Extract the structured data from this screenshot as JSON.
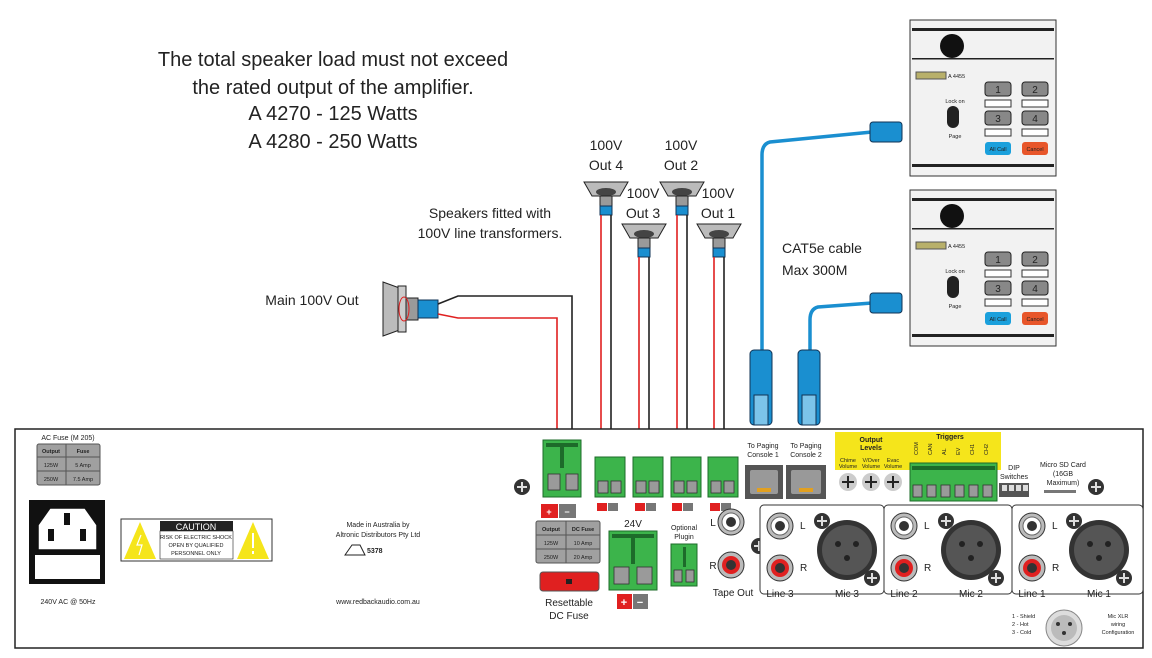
{
  "notice": {
    "lines": [
      "The total speaker load must not exceed",
      "the rated output of the amplifier.",
      "A 4270 - 125 Watts",
      "A 4280 - 250 Watts"
    ]
  },
  "speakers": {
    "note": [
      "Speakers fitted with",
      "100V line transformers."
    ],
    "main_label": "Main 100V Out",
    "out4": [
      "100V",
      "Out 4"
    ],
    "out3": [
      "100V",
      "Out 3"
    ],
    "out2": [
      "100V",
      "Out 2"
    ],
    "out1": [
      "100V",
      "Out 1"
    ]
  },
  "cable": [
    "CAT5e cable",
    "Max 300M"
  ],
  "console": {
    "model": "A 4455",
    "keys": [
      "1",
      "2",
      "3",
      "4"
    ],
    "all_call": "All Call",
    "cancel": "Cancel",
    "lock_on": "Lock on",
    "page": "Page"
  },
  "panel": {
    "ac_fuse": {
      "title": "AC Fuse (M 205)",
      "headers": [
        "Output",
        "Fuse"
      ],
      "rows": [
        [
          "125W",
          "5 Amp"
        ],
        [
          "250W",
          "7.5 Amp"
        ]
      ]
    },
    "mains_label": "240V AC @ 50Hz",
    "caution": {
      "title": "CAUTION",
      "lines": [
        "RISK OF ELECTRIC SHOCK",
        "OPEN BY QUALIFIED",
        "PERSONNEL ONLY"
      ]
    },
    "made_in": [
      "Made in Australia by",
      "Altronic Distributors Pty Ltd"
    ],
    "rcm_number": "5378",
    "website": "www.redbackaudio.com.au",
    "dc_fuse": {
      "headers": [
        "Output",
        "DC Fuse"
      ],
      "rows": [
        [
          "125W",
          "10 Amp"
        ],
        [
          "250W",
          "20 Amp"
        ]
      ]
    },
    "resettable": [
      "Resettable",
      "DC Fuse"
    ],
    "plus": "+",
    "minus": "−",
    "v24": "24V",
    "optional": [
      "Optional",
      "Plugin"
    ],
    "paging1": [
      "To Paging",
      "Console 1"
    ],
    "paging2": [
      "To Paging",
      "Console 2"
    ],
    "output_levels": [
      "Output",
      "Levels"
    ],
    "knobs": [
      [
        "Chime",
        "Volume"
      ],
      [
        "V/Over",
        "Volume"
      ],
      [
        "Evac",
        "Volume"
      ]
    ],
    "triggers_title": "Triggers",
    "triggers": [
      "COM",
      "CAN",
      "AL",
      "EV",
      "CH1",
      "CH2"
    ],
    "dip": [
      "DIP",
      "Switches"
    ],
    "sd": [
      "Micro SD Card",
      "(16GB",
      "Maximum)"
    ],
    "tape_out": "Tape Out",
    "L": "L",
    "R": "R",
    "inputs": [
      {
        "line": "Line 3",
        "mic": "Mic 3"
      },
      {
        "line": "Line 2",
        "mic": "Mic 2"
      },
      {
        "line": "Line 1",
        "mic": "Mic 1"
      }
    ],
    "xlr_pins": [
      "1 - Shield",
      "2 - Hot",
      "3 - Cold"
    ],
    "xlr_config": [
      "Mic XLR",
      "wiring",
      "Configuration"
    ]
  },
  "colors": {
    "terminal": "#3cb44b",
    "cable": "#1a8fd0",
    "highlight": "#f5e51b",
    "red": "#e02020"
  }
}
